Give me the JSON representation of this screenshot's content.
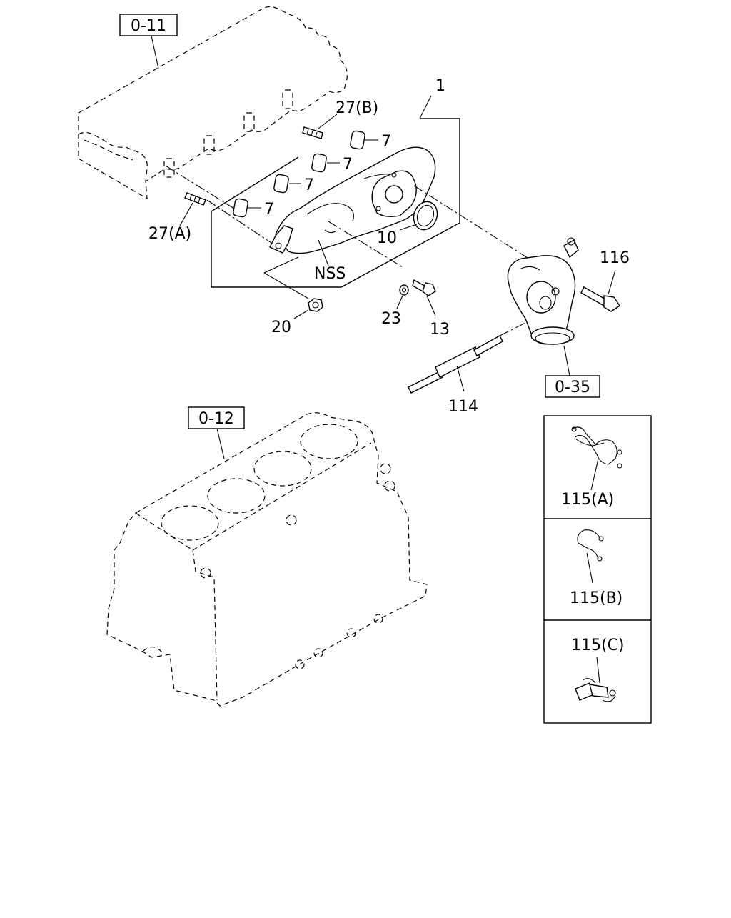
{
  "diagram": {
    "references": {
      "cylinder_head": "0-11",
      "cylinder_block": "0-12",
      "water_pipe": "0-35"
    },
    "callouts": {
      "manifold": "1",
      "stud_b": "27(B)",
      "stud_a": "27(A)",
      "gasket_1": "7",
      "gasket_2": "7",
      "gasket_3": "7",
      "gasket_4": "7",
      "oring": "10",
      "nss": "NSS",
      "nut": "20",
      "washer": "23",
      "bolt": "13",
      "outlet_bolt": "116",
      "pipe": "114"
    },
    "clips": [
      {
        "label": "115(A)"
      },
      {
        "label": "115(B)"
      },
      {
        "label": "115(C)"
      }
    ]
  }
}
